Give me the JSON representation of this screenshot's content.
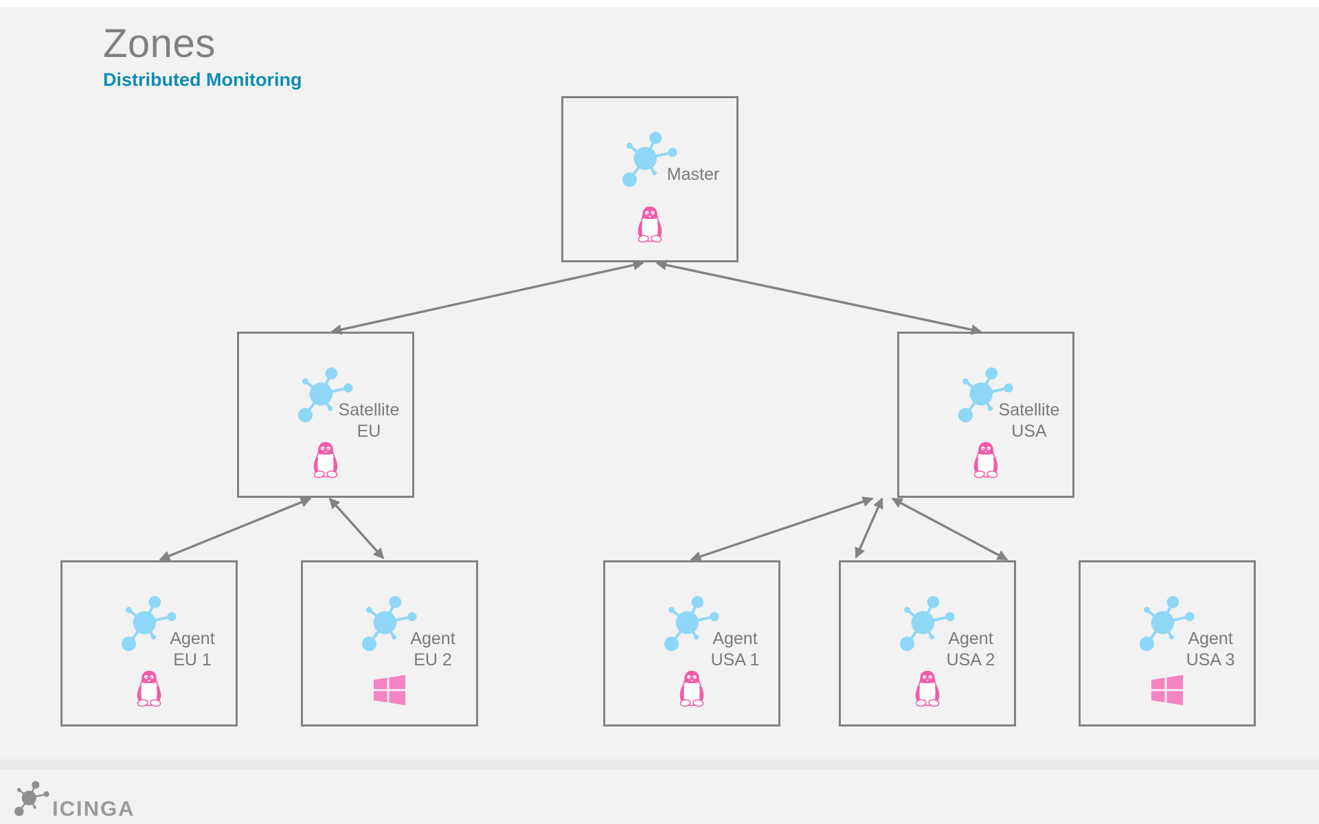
{
  "slide": {
    "title": "Zones",
    "subtitle": "Distributed Monitoring"
  },
  "diagram": {
    "nodes": [
      {
        "id": "master",
        "label_line1": "Master",
        "label_line2": "",
        "os": "linux"
      },
      {
        "id": "satellite-eu",
        "label_line1": "Satellite",
        "label_line2": "EU",
        "os": "linux"
      },
      {
        "id": "satellite-usa",
        "label_line1": "Satellite",
        "label_line2": "USA",
        "os": "linux"
      },
      {
        "id": "agent-eu-1",
        "label_line1": "Agent",
        "label_line2": "EU 1",
        "os": "linux"
      },
      {
        "id": "agent-eu-2",
        "label_line1": "Agent",
        "label_line2": "EU 2",
        "os": "windows"
      },
      {
        "id": "agent-usa-1",
        "label_line1": "Agent",
        "label_line2": "USA 1",
        "os": "linux"
      },
      {
        "id": "agent-usa-2",
        "label_line1": "Agent",
        "label_line2": "USA 2",
        "os": "linux"
      },
      {
        "id": "agent-usa-3",
        "label_line1": "Agent",
        "label_line2": "USA 3",
        "os": "windows"
      }
    ],
    "edges": [
      {
        "from": "master",
        "to": "satellite-eu",
        "bidirectional": true
      },
      {
        "from": "master",
        "to": "satellite-usa",
        "bidirectional": true
      },
      {
        "from": "satellite-eu",
        "to": "agent-eu-1",
        "bidirectional": true
      },
      {
        "from": "satellite-eu",
        "to": "agent-eu-2",
        "bidirectional": true
      },
      {
        "from": "satellite-usa",
        "to": "agent-usa-1",
        "bidirectional": true
      },
      {
        "from": "satellite-usa",
        "to": "agent-usa-2",
        "bidirectional": true
      },
      {
        "from": "satellite-usa",
        "to": "agent-usa-3",
        "bidirectional": true
      }
    ],
    "icons": {
      "node_icon": "icinga-network-icon",
      "linux": "tux-linux-icon",
      "windows": "windows-logo-icon"
    }
  },
  "footer": {
    "brand": "ICINGA"
  },
  "colors": {
    "background": "#f2f2f2",
    "box_border": "#828282",
    "arrow": "#828282",
    "node_text": "#7a7a7a",
    "title": "#808080",
    "subtitle": "#0d8cb4",
    "network_icon_blue": "#8ed7f7",
    "os_icon_pink": "#f25ba8",
    "windows_pink": "#f584c2",
    "logo_gray": "#8f8f8f"
  }
}
